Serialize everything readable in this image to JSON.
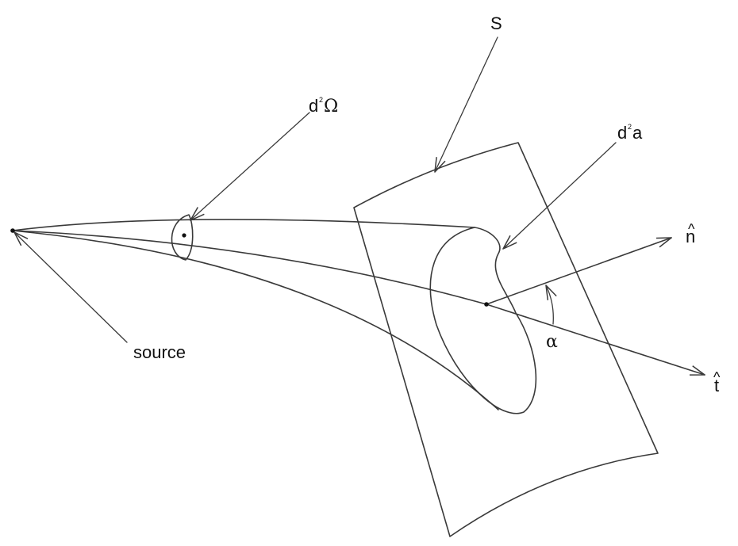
{
  "labels": {
    "surface": "S",
    "solid_angle": {
      "base": "d",
      "sup": "2",
      "tail": "Ω"
    },
    "area": {
      "base": "d",
      "sup": "2",
      "tail": "a"
    },
    "normal": {
      "base": "n",
      "hat": "^"
    },
    "tangent": {
      "base": "t",
      "hat": "^"
    },
    "angle": "α",
    "source": "source"
  }
}
